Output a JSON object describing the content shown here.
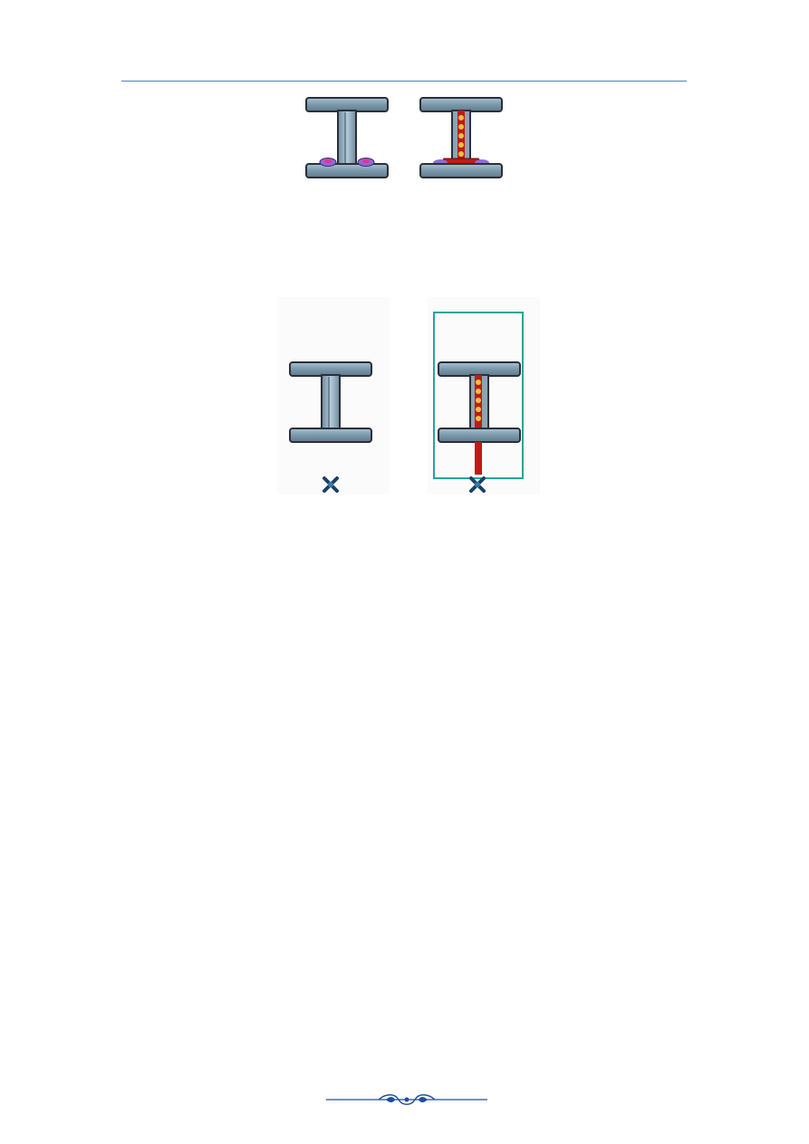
{
  "page": {
    "header_rule_color": "#4f81bd",
    "footer_ornament_color": "#1f4e9a"
  },
  "figures": [
    {
      "name": "slotted-anchor-row",
      "images": [
        "plain-beam-with-bolt-plates",
        "welded-beam-with-stiffeners"
      ]
    },
    {
      "name": "extended-beam-row",
      "images": [
        "plain-beam-with-marker",
        "selected-beam-with-rod"
      ],
      "selection_color": "#26a69a"
    }
  ],
  "icons": [
    "i-beam-icon",
    "bolt-plate-icon",
    "weld-seam-icon",
    "anchor-point-icon",
    "selection-box-icon",
    "flourish-icon"
  ]
}
